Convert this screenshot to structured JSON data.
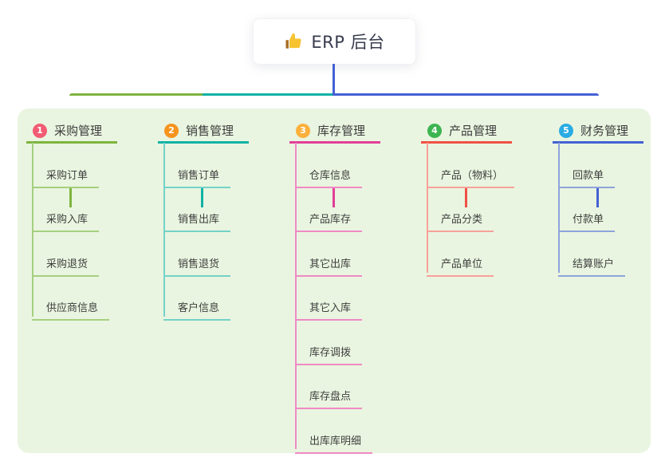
{
  "root": {
    "icon": "thumbs-up",
    "title": "ERP 后台"
  },
  "colors": {
    "root_connector": "#4460d4",
    "panel_bg": "#e9f5e0",
    "card_bg": "#ffffff",
    "title_text": "#383c4e",
    "node_text": "#3f3f3f"
  },
  "branches": [
    {
      "index": "1",
      "label": "采购管理",
      "badge_color": "#f25b73",
      "line_color": "#7eb43f",
      "child_line_color": "#a6cf80",
      "children": [
        "采购订单",
        "采购入库",
        "采购退货",
        "供应商信息"
      ]
    },
    {
      "index": "2",
      "label": "销售管理",
      "badge_color": "#f7941e",
      "line_color": "#10b2a4",
      "child_line_color": "#74d2c8",
      "children": [
        "销售订单",
        "销售出库",
        "销售退货",
        "客户信息"
      ]
    },
    {
      "index": "3",
      "label": "库存管理",
      "badge_color": "#fbb03b",
      "line_color": "#e23e97",
      "child_line_color": "#ef8ac4",
      "children": [
        "仓库信息",
        "产品库存",
        "其它出库",
        "其它入库",
        "库存调拨",
        "库存盘点",
        "出库库明细"
      ]
    },
    {
      "index": "4",
      "label": "产品管理",
      "badge_color": "#3cb551",
      "line_color": "#f05045",
      "child_line_color": "#f8a19a",
      "children": [
        "产品（物料）",
        "产品分类",
        "产品单位"
      ]
    },
    {
      "index": "5",
      "label": "财务管理",
      "badge_color": "#2aabe3",
      "line_color": "#4460d4",
      "child_line_color": "#8ea3db",
      "children": [
        "回款单",
        "付款单",
        "结算账户"
      ]
    }
  ]
}
